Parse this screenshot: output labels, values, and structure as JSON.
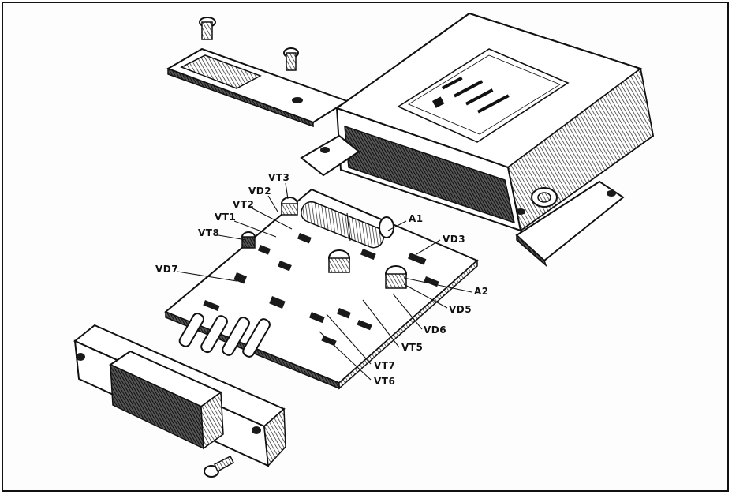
{
  "labels": {
    "vt3": "VT3",
    "vd2": "VD2",
    "vt2": "VT2",
    "vt1": "VT1",
    "vt8": "VT8",
    "vd7": "VD7",
    "a1": "A1",
    "vd3": "VD3",
    "a2": "A2",
    "vd5": "VD5",
    "vd6": "VD6",
    "vt5": "VT5",
    "vt7": "VT7",
    "vt6": "VT6"
  },
  "colors": {
    "ink": "#111111",
    "paper": "#ffffff"
  },
  "icons": [
    "screw-icon",
    "connector-icon"
  ]
}
